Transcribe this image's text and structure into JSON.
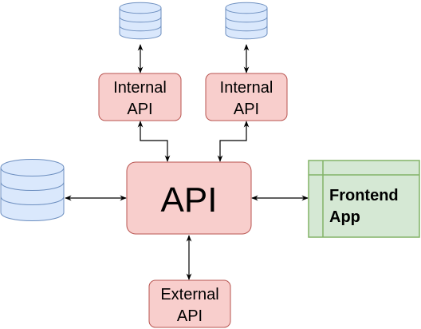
{
  "nodes": {
    "api": {
      "label": "API"
    },
    "internal_api_left": {
      "lines": [
        "Internal",
        "API"
      ]
    },
    "internal_api_right": {
      "lines": [
        "Internal",
        "API"
      ]
    },
    "external_api": {
      "lines": [
        "External",
        "API"
      ]
    },
    "frontend_app": {
      "lines": [
        "Frontend",
        "App"
      ]
    }
  },
  "connections": [
    {
      "from": "database-top-left",
      "to": "internal-api-left",
      "direction": "both"
    },
    {
      "from": "database-top-right",
      "to": "internal-api-right",
      "direction": "both"
    },
    {
      "from": "internal-api-left",
      "to": "api",
      "direction": "both"
    },
    {
      "from": "internal-api-right",
      "to": "api",
      "direction": "both"
    },
    {
      "from": "database-left",
      "to": "api",
      "direction": "both"
    },
    {
      "from": "api",
      "to": "frontend-app",
      "direction": "both"
    },
    {
      "from": "api",
      "to": "external-api",
      "direction": "both"
    }
  ],
  "colors": {
    "api_fill": "#f8cecc",
    "api_stroke": "#b85450",
    "database_fill": "#dae8fc",
    "database_stroke": "#6c8ebf",
    "frontend_fill": "#d5e8d4",
    "frontend_stroke": "#82b366",
    "connector": "#000000"
  }
}
